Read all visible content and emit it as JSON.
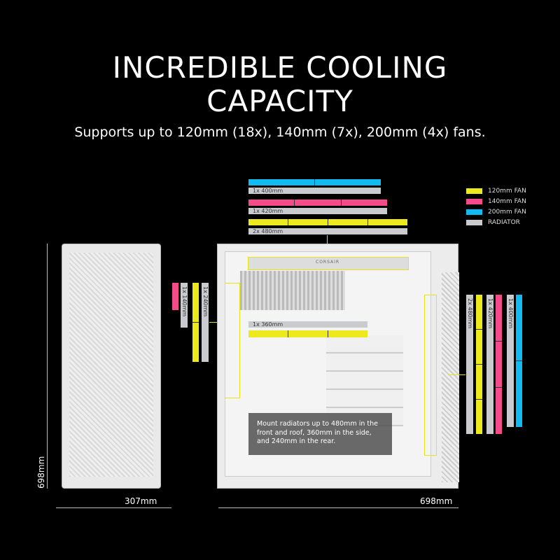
{
  "header": {
    "title_line1": "INCREDIBLE COOLING",
    "title_line2": "CAPACITY",
    "subtitle": "Supports up to 120mm (18x), 140mm (7x), 200mm (4x) fans."
  },
  "legend": [
    {
      "label": "120mm FAN",
      "color": "#ece91d"
    },
    {
      "label": "140mm FAN",
      "color": "#f44b8a"
    },
    {
      "label": "200mm FAN",
      "color": "#12baf2"
    },
    {
      "label": "RADIATOR",
      "color": "#c9cbce"
    }
  ],
  "top_configs": [
    {
      "radiator": "1x 400mm",
      "fans": 2,
      "type": "200mm"
    },
    {
      "radiator": "1x 420mm",
      "fans": 3,
      "type": "140mm"
    },
    {
      "radiator": "2x 480mm",
      "fans": 4,
      "type": "120mm"
    }
  ],
  "rear_configs": [
    {
      "radiator": "1x 140mm",
      "fans": 1,
      "type": "140mm"
    },
    {
      "radiator": "1x 240mm",
      "fans": 2,
      "type": "120mm"
    }
  ],
  "side_config": {
    "radiator": "1x 360mm",
    "fans": 3,
    "type": "120mm"
  },
  "front_configs": [
    {
      "radiator": "2x 480mm",
      "fans": 4,
      "type": "120mm"
    },
    {
      "radiator": "1x 420mm",
      "fans": 3,
      "type": "140mm"
    },
    {
      "radiator": "1x 400mm",
      "fans": 2,
      "type": "200mm"
    }
  ],
  "brand": "CORSAIR",
  "note": "Mount radiators up to 480mm in the front and roof, 360mm in the side, and 240mm in the rear.",
  "dimensions": {
    "height": "698mm",
    "width": "307mm",
    "depth": "698mm"
  }
}
